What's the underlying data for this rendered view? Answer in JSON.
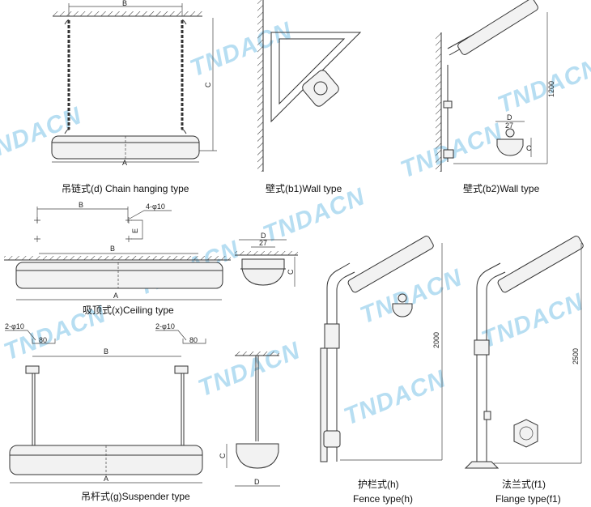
{
  "watermark": "TNDACN",
  "panels": {
    "chain": {
      "caption": "吊链式(d) Chain hanging type",
      "dims": {
        "a": "A",
        "b": "B",
        "c": "C"
      }
    },
    "wall_b1": {
      "caption": "壁式(b1)Wall type"
    },
    "wall_b2": {
      "caption": "壁式(b2)Wall type",
      "dims": {
        "height": "1200",
        "d": "D",
        "w": "27",
        "c": "C"
      }
    },
    "ceiling": {
      "caption": "吸顶式(x)Ceiling type",
      "dims": {
        "b": "B",
        "holes": "4-φ10",
        "e": "E",
        "a": "A",
        "d": "D",
        "w": "27",
        "c": "C"
      }
    },
    "suspender": {
      "caption": "吊杆式(g)Suspender type",
      "dims": {
        "holes": "2-φ10",
        "spacing": "80",
        "b": "B",
        "a": "A",
        "c": "C",
        "d": "D"
      }
    },
    "fence": {
      "caption_cn": "护栏式(h)",
      "caption_en": "Fence type(h)",
      "dims": {
        "height": "2000"
      }
    },
    "flange": {
      "caption_cn": "法兰式(f1)",
      "caption_en": "Flange type(f1)",
      "dims": {
        "height": "2500"
      }
    }
  }
}
